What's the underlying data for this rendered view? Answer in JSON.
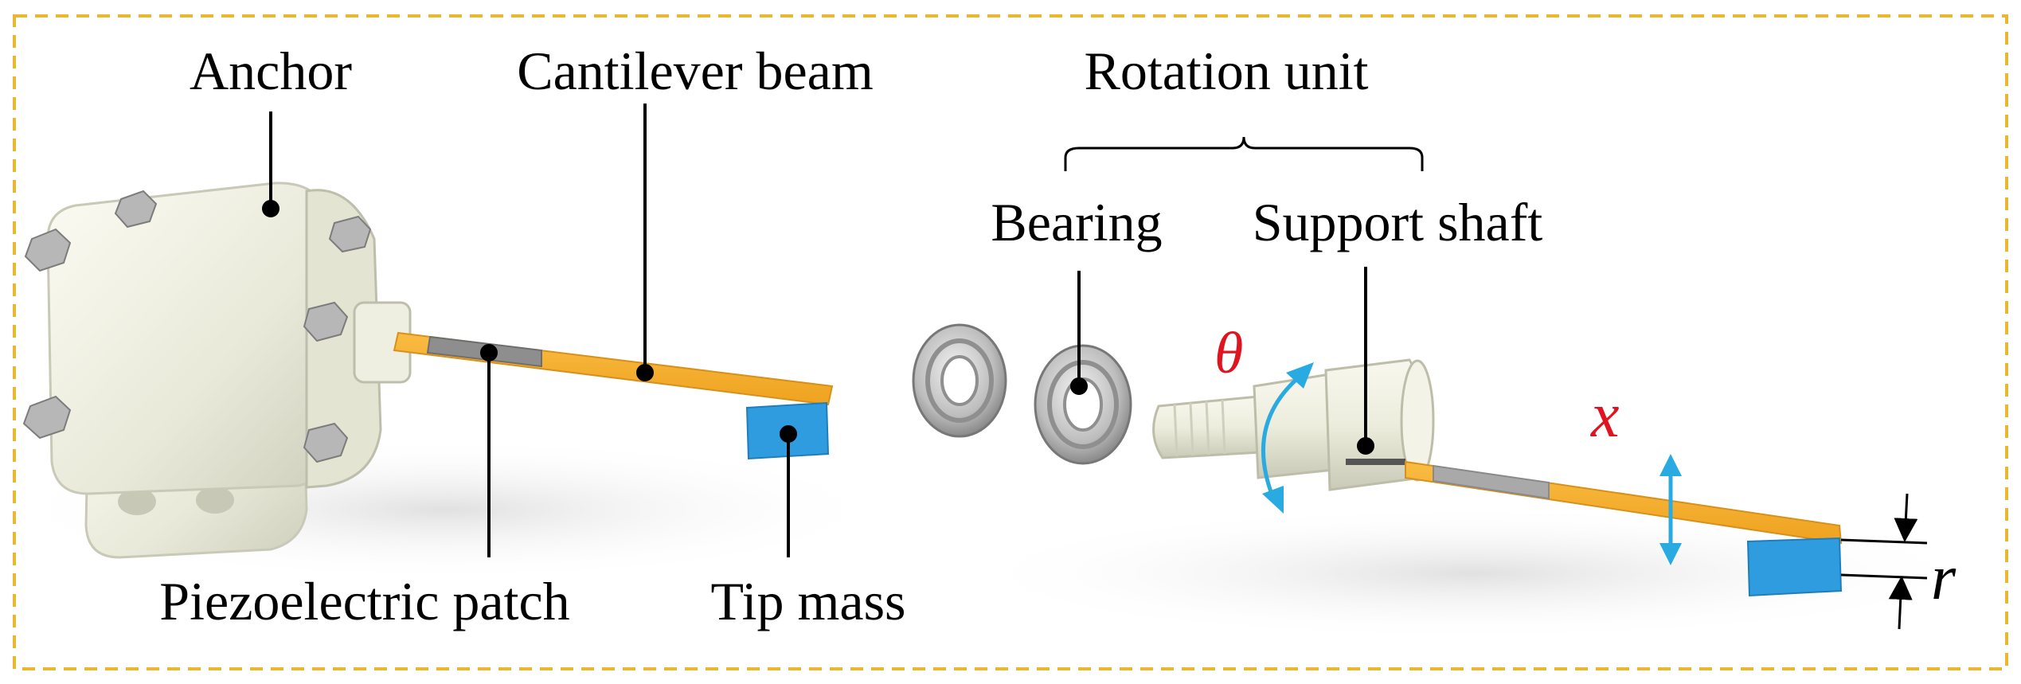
{
  "labels": {
    "anchor": "Anchor",
    "cantilever_beam": "Cantilever beam",
    "rotation_unit": "Rotation unit",
    "bearing": "Bearing",
    "support_shaft": "Support shaft",
    "piezoelectric_patch": "Piezoelectric patch",
    "tip_mass": "Tip mass"
  },
  "symbols": {
    "theta": "θ",
    "x": "x",
    "r": "r"
  },
  "colors": {
    "frame_border": "#E8B830",
    "beam": "#F5AE2E",
    "piezo_patch": "#8E8E8E",
    "tip_mass": "#2F9CE0",
    "anchor_body": "#EEEEDF",
    "arrow": "#29AAE1",
    "symbol": "#E0141E"
  }
}
